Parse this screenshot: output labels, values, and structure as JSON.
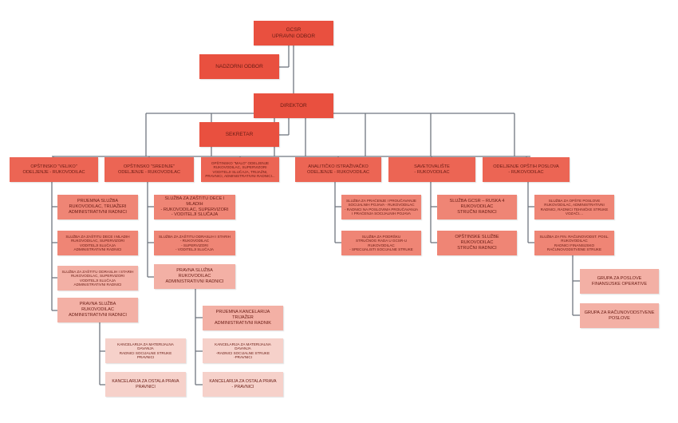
{
  "colors": {
    "line": "#6f7680",
    "text": "#6a1c14"
  },
  "nodes": [
    {
      "id": "gcsr",
      "text": "GCSR\nUPRAVNI ODBOR",
      "level": 1
    },
    {
      "id": "nadzorni",
      "text": "NADZORNI ODBOR",
      "level": 1
    },
    {
      "id": "direktor",
      "text": "DIREKTOR",
      "level": 1
    },
    {
      "id": "sekretar",
      "text": "SEKRETAR",
      "level": 1
    },
    {
      "id": "veliko",
      "text": "OPŠTINSKO \"VELIKO\"\nODELJENJE - RUKOVODILAC",
      "level": 2
    },
    {
      "id": "srednje",
      "text": "OPŠTINSKO \"SREDNJE\"\nODELJENJE - RUKOVODILAC",
      "level": 2
    },
    {
      "id": "malo",
      "text": "OPŠTINSKO \"MALO\" ODELJENJE\nRUKOVODILAC, SUPERVIZORI\nVODITELJI SLUČAJA, TRIJAŽNI,\nPRAVNICI, ADMINISTRATIVNI RADNICI...",
      "level": 2,
      "small": true
    },
    {
      "id": "analiticko",
      "text": "ANALITIČKO ISTRAŽIVAČKO\nODELJENJE - RUKOVODILAC",
      "level": 2
    },
    {
      "id": "savetovaliste",
      "text": "SAVETOVALIŠTE\n- RUKOVODILAC",
      "level": 2
    },
    {
      "id": "opsti",
      "text": "ODELJENJE OPŠTIH POSLOVA\n- RUKOVODILAC",
      "level": 2
    },
    {
      "id": "v1",
      "text": "PRIJEMNA SLUŽBA\nRUKOVODILAC, TRIJAŽERI\nADMINISTRATIVNI RADNICI",
      "level": 3
    },
    {
      "id": "v2",
      "text": "SLUŽBA ZA ZAŠTITU DECE I MLADIH\nRUKOVODILAC, SUPERVIZORI\nVODITELJI SLUČAJA\nADMINISTRATIVNI RADNICI",
      "level": 3,
      "small": true
    },
    {
      "id": "v3",
      "text": "SLUŽBA ZA ZAŠTITU ODRASLIH I STARIH\nRUKOVODILAC, SUPERVIZORI\nVODITELJI SLUČAJA\nADMINISTRATIVNI RADNICI",
      "level": 4,
      "small": true
    },
    {
      "id": "v4",
      "text": "PRAVNA SLUŽBA\nRUKOVODILAC\nADMINISTRATIVNI RADNICI",
      "level": 4
    },
    {
      "id": "v5",
      "text": "KANCELARIJA ZA MATERIJALNA\nDAVANJA\nRADNICI SOCIJALNE STRUKE\nPRAVNICI",
      "level": 5,
      "small": true
    },
    {
      "id": "v6",
      "text": "KANCELARIJA ZA OSTALA PRAVA\nPRAVNICI",
      "level": 5
    },
    {
      "id": "s1",
      "text": "SLUŽBA ZA ZAŠTITU DECE I MLADIH\n- RUKOVODILAC, SUPERVIZORI\n- VODITELJI SLUČAJA",
      "level": 3
    },
    {
      "id": "s2",
      "text": "SLUŽBA ZA ZAŠTITU ODRASLIH I STARIH\n- RUKOVODILAC\n- SUPERVIZORI\n- VODITELJI SLUČAJA",
      "level": 3,
      "small": true
    },
    {
      "id": "s3",
      "text": "PRAVNA SLUŽBA\nRUKOVODILAC\nADMINISTRATIVNI RADNICI",
      "level": 4
    },
    {
      "id": "s4",
      "text": "PRIJEMNA KANCELARIJA\nTRIJAŽER\nADMINISTRATIVNI RADNIK",
      "level": 4
    },
    {
      "id": "s5",
      "text": "KANCELARIJA ZA MATERIJALNA\nDAVANJA\n-RADNICI SOCIJALNE STRUKE\n-PRAVNICI",
      "level": 5,
      "small": true
    },
    {
      "id": "s6",
      "text": "KANCELARIJA ZA OSTALA PRAVA\n- PRAVNICI",
      "level": 5
    },
    {
      "id": "a1",
      "text": "SLUŽBA ZA PRAĆENJE I PROUČAVANJE\nSOCIJALNIH POJAVA - RUKOVODILAC\n- RADNICI NA POSLOVIMA PROUČAVANJA\nI PRAĆENJA SOCIJALNIH POJAVA",
      "level": 3,
      "small": true
    },
    {
      "id": "a2",
      "text": "SLUŽBA ZA PODRŠKU\nSTRUČNOG RADA U GCSR-U\nRUKOVODILAC\n- SPECIJALISTI SOCIJALNE STRUKE",
      "level": 3,
      "small": true
    },
    {
      "id": "sv1",
      "text": "SLUŽBA GCSR – RUSKA 4\nRUKOVODILAC\nSTRUČNI RADNICI",
      "level": 3
    },
    {
      "id": "sv2",
      "text": "OPŠTINSKE SLUŽBE\nRUKOVODILAC\nSTRUČNI RADNICI",
      "level": 3
    },
    {
      "id": "o1",
      "text": "SLUŽBA ZA OPŠTE POSLOVE\nRUKOVODILAC, ADMINISTRATIVNI\nRADNICI, RADNICI TEHNIČKE STRUKE\nVOZAČI....",
      "level": 3,
      "small": true
    },
    {
      "id": "o2",
      "text": "SLUŽBA ZA FIN. RAČUNOVODST. POSL.\nRUKOVODILAC\nRADNICI FINANSIJSKO\nRAČUNOVODSTVENE STRUKE",
      "level": 3,
      "small": true
    },
    {
      "id": "o3",
      "text": "GRUPA ZA POSLOVE\nFINANSIJSKE OPERATIVE",
      "level": 4
    },
    {
      "id": "o4",
      "text": "GRUPA ZA RAČUNOVODSTVENE\nPOSLOVE",
      "level": 4
    }
  ]
}
